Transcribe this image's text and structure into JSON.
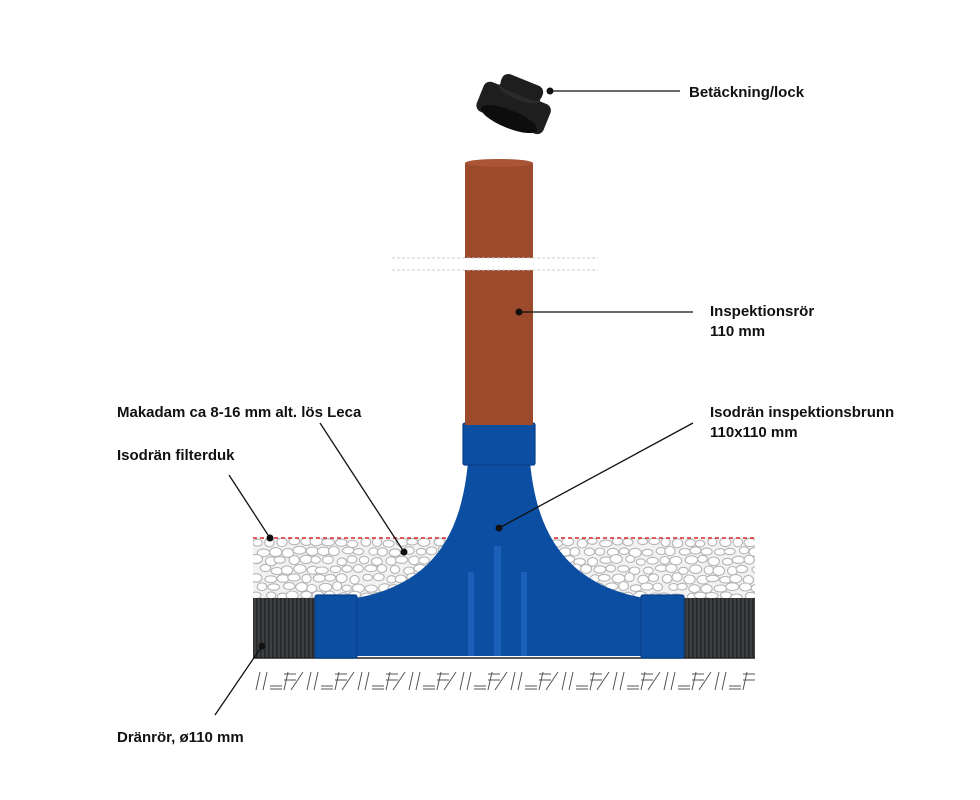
{
  "labels": {
    "cap": "Betäckning/lock",
    "inspection_pipe_line1": "Inspektionsrör",
    "inspection_pipe_line2": "110 mm",
    "gravel": "Makadam ca 8-16 mm alt. lös Leca",
    "well_line1": "Isodrän inspektionsbrunn",
    "well_line2": "110x110 mm",
    "filter": "Isodrän filterduk",
    "drain_pipe": "Dränrör, ø110 mm"
  },
  "colors": {
    "pipe": "#9b4a2b",
    "well": "#0b4ea2",
    "well_dark": "#083f87",
    "gravel_bg": "#f2f2f2",
    "stone_line": "#b5b5b5",
    "drain_pipe": "#3a3d40",
    "filter_line": "#d9272e",
    "cap": "#1e1e1e"
  }
}
